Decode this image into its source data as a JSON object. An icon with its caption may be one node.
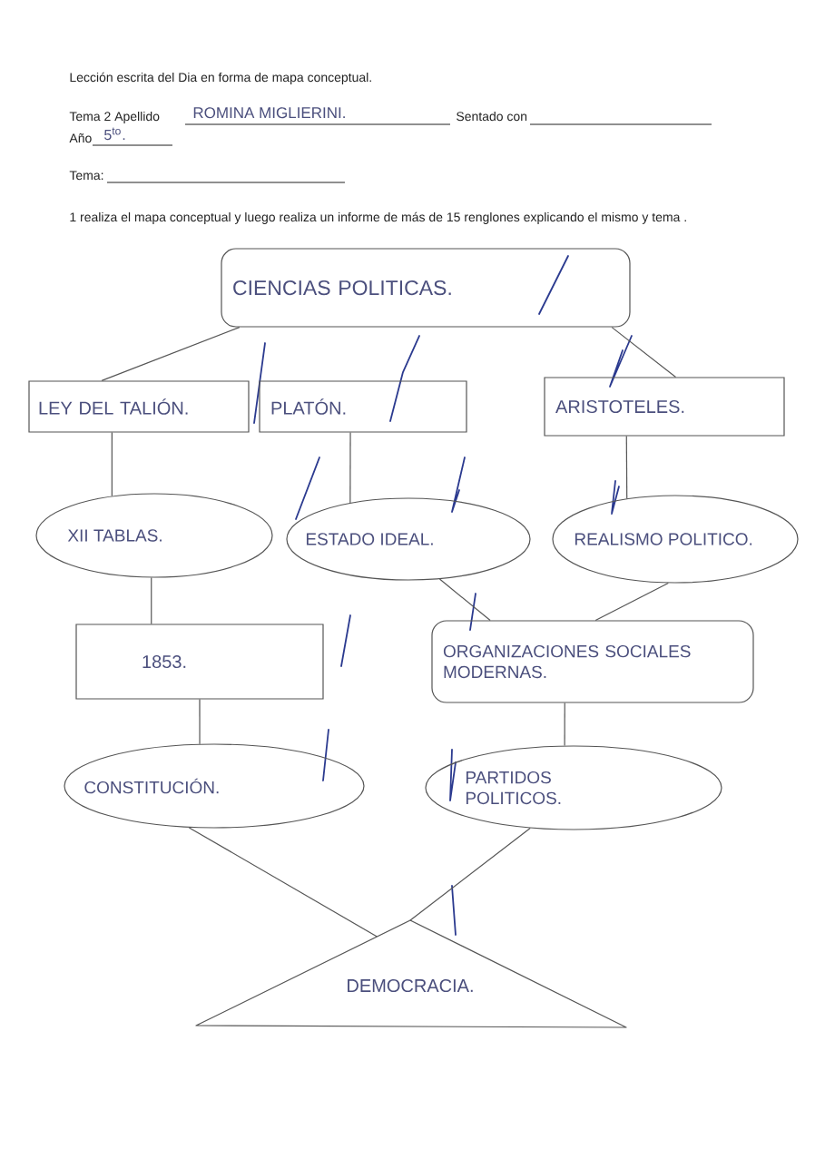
{
  "diagram": {
    "nodes": [
      {
        "text": [
          "CIENCIAS POLITICAS."
        ]
      },
      {
        "text": [
          "LEY DEL TALIÓN."
        ]
      },
      {
        "text": [
          "PLATÓN."
        ]
      },
      {
        "text": [
          "ARISTOTELES."
        ]
      },
      {
        "text": [
          "XII TABLAS."
        ]
      },
      {
        "text": [
          "ESTADO IDEAL."
        ]
      },
      {
        "text": [
          "REALISMO POLITICO."
        ]
      },
      {
        "text": [
          "1853."
        ]
      },
      {
        "text": [
          "ORGANIZACIONES SOCIALES MODERNAS."
        ]
      },
      {
        "text": [
          "CONSTITUCIÓN."
        ]
      },
      {
        "text": [
          "PARTIDOS POLITICOS."
        ]
      },
      {
        "text": [
          "DEMOCRACIA."
        ]
      }
    ],
    "edges": [
      {
        "from": 0,
        "to": 1,
        "arrow": "none"
      },
      {
        "from": 0,
        "to": 3,
        "arrow": "none"
      },
      {
        "from": 1,
        "to": 4,
        "arrow": "none"
      },
      {
        "from": 2,
        "to": 5,
        "arrow": "none"
      },
      {
        "from": 3,
        "to": 6,
        "arrow": "none"
      },
      {
        "from": 4,
        "to": 7,
        "arrow": "none"
      },
      {
        "from": 5,
        "to": 8,
        "arrow": "none"
      },
      {
        "from": 6,
        "to": 8,
        "arrow": "none"
      },
      {
        "from": 7,
        "to": 9,
        "arrow": "none"
      },
      {
        "from": 8,
        "to": 10,
        "arrow": "none"
      },
      {
        "from": 9,
        "to": 11,
        "arrow": "none"
      },
      {
        "from": 10,
        "to": 11,
        "arrow": "none"
      }
    ],
    "labels": [
      "Lección escrita del Dia en forma de mapa conceptual.",
      "Tema 2 Apellido",
      "ROMINA MIGLIERINI.",
      "Sentado con",
      "Año",
      "5$^{to}$.",
      "Tema:",
      "1 realiza el mapa conceptual y luego realiza un informe de más de 15 renglones explicando el mismo y tema ."
    ]
  }
}
